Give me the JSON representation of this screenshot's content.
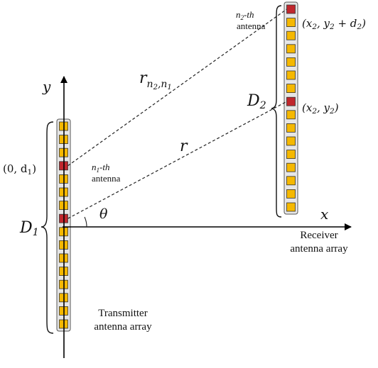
{
  "colors": {
    "element": "#f5b800",
    "element_border": "#333333",
    "active_element": "#c0272d",
    "array_frame": "#e6e6e6",
    "axis": "#000000"
  },
  "labels": {
    "y_axis": "y",
    "x_axis": "x",
    "origin_point": "(0, d",
    "origin_point_sub": "1",
    "origin_point_tail": ")",
    "D1": "D",
    "D1_sub": "1",
    "D2": "D",
    "D2_sub": "2",
    "n1_th_prefix": "n",
    "n1_th_sub": "1",
    "n1_th_suffix": "-th",
    "n1_antenna": "antenna",
    "n2_th_prefix": "n",
    "n2_th_sub": "2",
    "n2_th_suffix": "-th",
    "n2_antenna": "antenna",
    "rn_main": "r",
    "rn_sub_a": "n",
    "rn_sub_a2": "2",
    "rn_sub_sep": ",n",
    "rn_sub_b2": "1",
    "r": "r",
    "theta": "θ",
    "point_x2y2d2": "(x",
    "point_x2y2d2_s1": "2",
    "point_x2y2d2_mid": ", y",
    "point_x2y2d2_s2": "2",
    "point_x2y2d2_tail": " + d",
    "point_x2y2d2_s3": "2",
    "point_x2y2d2_end": ")",
    "point_x2y2": "(x",
    "point_x2y2_s1": "2",
    "point_x2y2_mid": ", y",
    "point_x2y2_s2": "2",
    "point_x2y2_end": ")",
    "receiver_line1": "Receiver",
    "receiver_line2": "antenna array",
    "transmitter_line1": "Transmitter",
    "transmitter_line2": "antenna array"
  },
  "transmitter_array": {
    "element_count": 16,
    "active_elements": [
      4,
      8
    ]
  },
  "receiver_array": {
    "element_count": 16,
    "active_elements": [
      1,
      8
    ]
  }
}
